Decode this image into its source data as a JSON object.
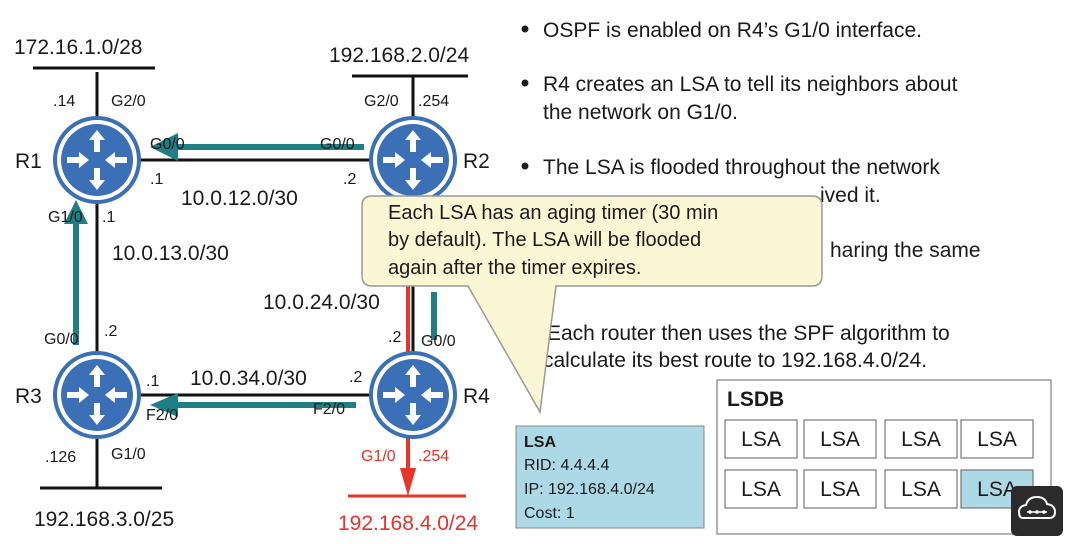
{
  "networks": {
    "n172": "172.16.1.0/28",
    "n192_2": "192.168.2.0/24",
    "n192_3": "192.168.3.0/25",
    "n192_4": "192.168.4.0/24",
    "l12": "10.0.12.0/30",
    "l13": "10.0.13.0/30",
    "l24": "10.0.24.0/30",
    "l34": "10.0.34.0/30"
  },
  "routers": {
    "r1": "R1",
    "r2": "R2",
    "r3": "R3",
    "r4": "R4"
  },
  "iface": {
    "r1_g20": "G2/0",
    "r1_g00": "G0/0",
    "r1_g10": "G1/0",
    "r2_g20": "G2/0",
    "r2_g00": "G0/0",
    "r3_g00": "G0/0",
    "r3_f20": "F2/0",
    "r3_g10": "G1/0",
    "r4_g00": "G0/0",
    "r4_f20": "F2/0",
    "r4_g10": "G1/0"
  },
  "hosts": {
    "r1_14": ".14",
    "r1_1a": ".1",
    "r1_1b": ".1",
    "r2_254": ".254",
    "r2_2": ".2",
    "r3_2": ".2",
    "r3_1": ".1",
    "r3_126": ".126",
    "r4_2a": ".2",
    "r4_2b": ".2",
    "r4_254": ".254"
  },
  "bullets": {
    "b1": "OSPF is enabled on R4’s G1/0 interface.",
    "b2_l1": "R4 creates an LSA to tell its neighbors about",
    "b2_l2": "the network on G1/0.",
    "b3_l1": "The LSA is flooded throughout the network",
    "b3_l2": "ived it.",
    "b4_l1": "haring the same",
    "b5_l1": "Each router then uses the SPF algorithm to",
    "b5_l2": "calculate its best route to 192.168.4.0/24."
  },
  "callout": {
    "l1": "Each LSA has an aging timer (30 min",
    "l2": "by default).  The LSA will be flooded",
    "l3": "again after the timer expires."
  },
  "lsa_card": {
    "title": "LSA",
    "rid": "RID: 4.4.4.4",
    "ip": "IP: 192.168.4.0/24",
    "cost": "Cost: 1"
  },
  "lsdb": {
    "title": "LSDB",
    "cells": [
      "LSA",
      "LSA",
      "LSA",
      "LSA",
      "LSA",
      "LSA",
      "LSA",
      "LSA"
    ]
  },
  "colors": {
    "router_blue": "#3b6fb6",
    "flood_arrow_teal": "#1f7f84",
    "new_network_red": "#e8322a",
    "lsa_card_fill": "#add8e6",
    "callout_fill": "#fbf6d3"
  }
}
